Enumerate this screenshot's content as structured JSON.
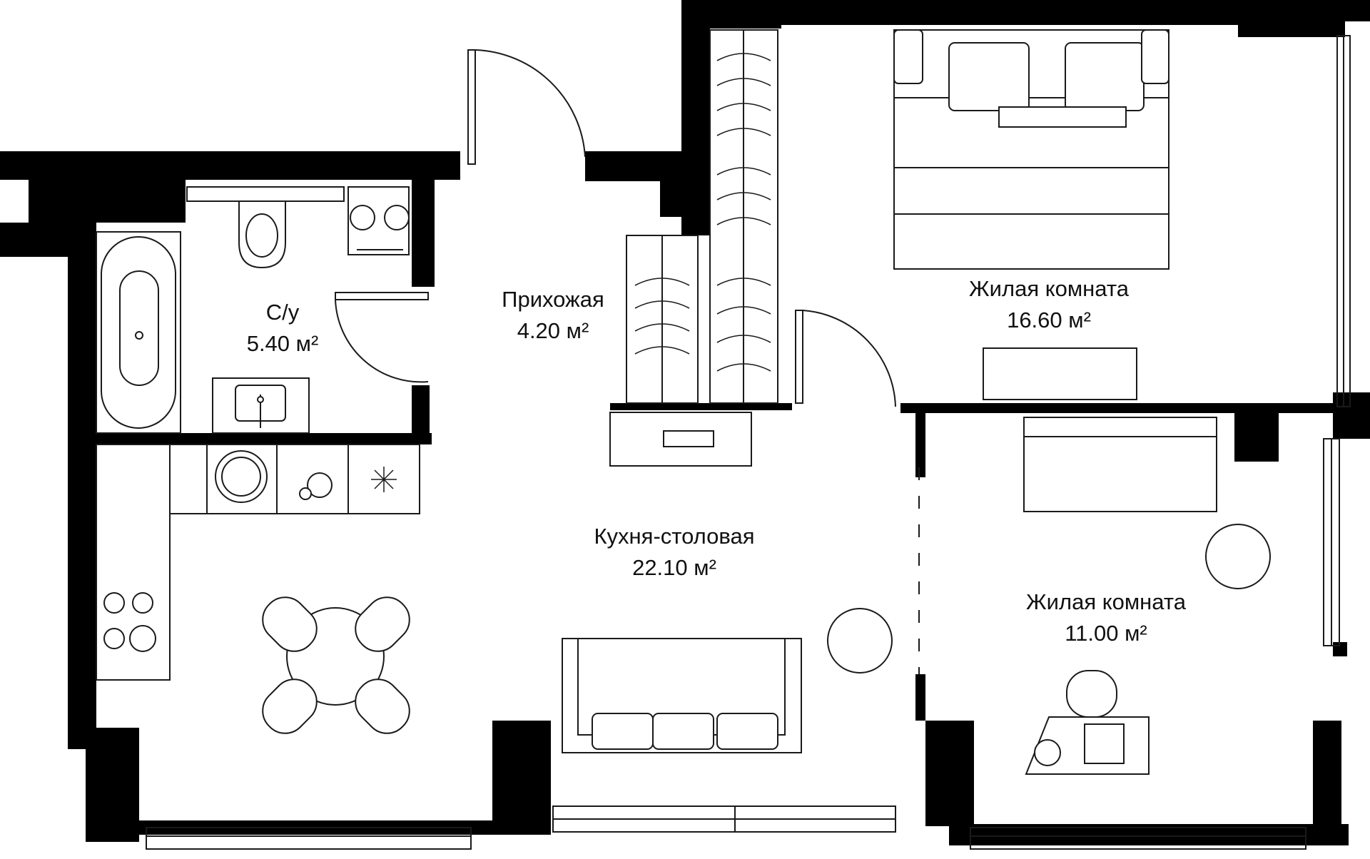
{
  "rooms": [
    {
      "id": "bathroom",
      "name": "С/у",
      "area": "5.40 м²"
    },
    {
      "id": "hallway",
      "name": "Прихожая",
      "area": "4.20 м²"
    },
    {
      "id": "bedroom",
      "name": "Жилая комната",
      "area": "16.60 м²"
    },
    {
      "id": "kitchen",
      "name": "Кухня-столовая",
      "area": "22.10 м²"
    },
    {
      "id": "living",
      "name": "Жилая комната",
      "area": "11.00 м²"
    }
  ],
  "colors": {
    "wall": "#000000",
    "line": "#1a1a1a",
    "furniture_fill": "#ffffff",
    "background": "#ffffff"
  },
  "icons": [
    "washing-machine-icon",
    "dryer-icon",
    "toilet-icon",
    "bathtub-icon",
    "sink-icon",
    "dishwasher-icon",
    "freezer-icon",
    "stove-icon"
  ]
}
